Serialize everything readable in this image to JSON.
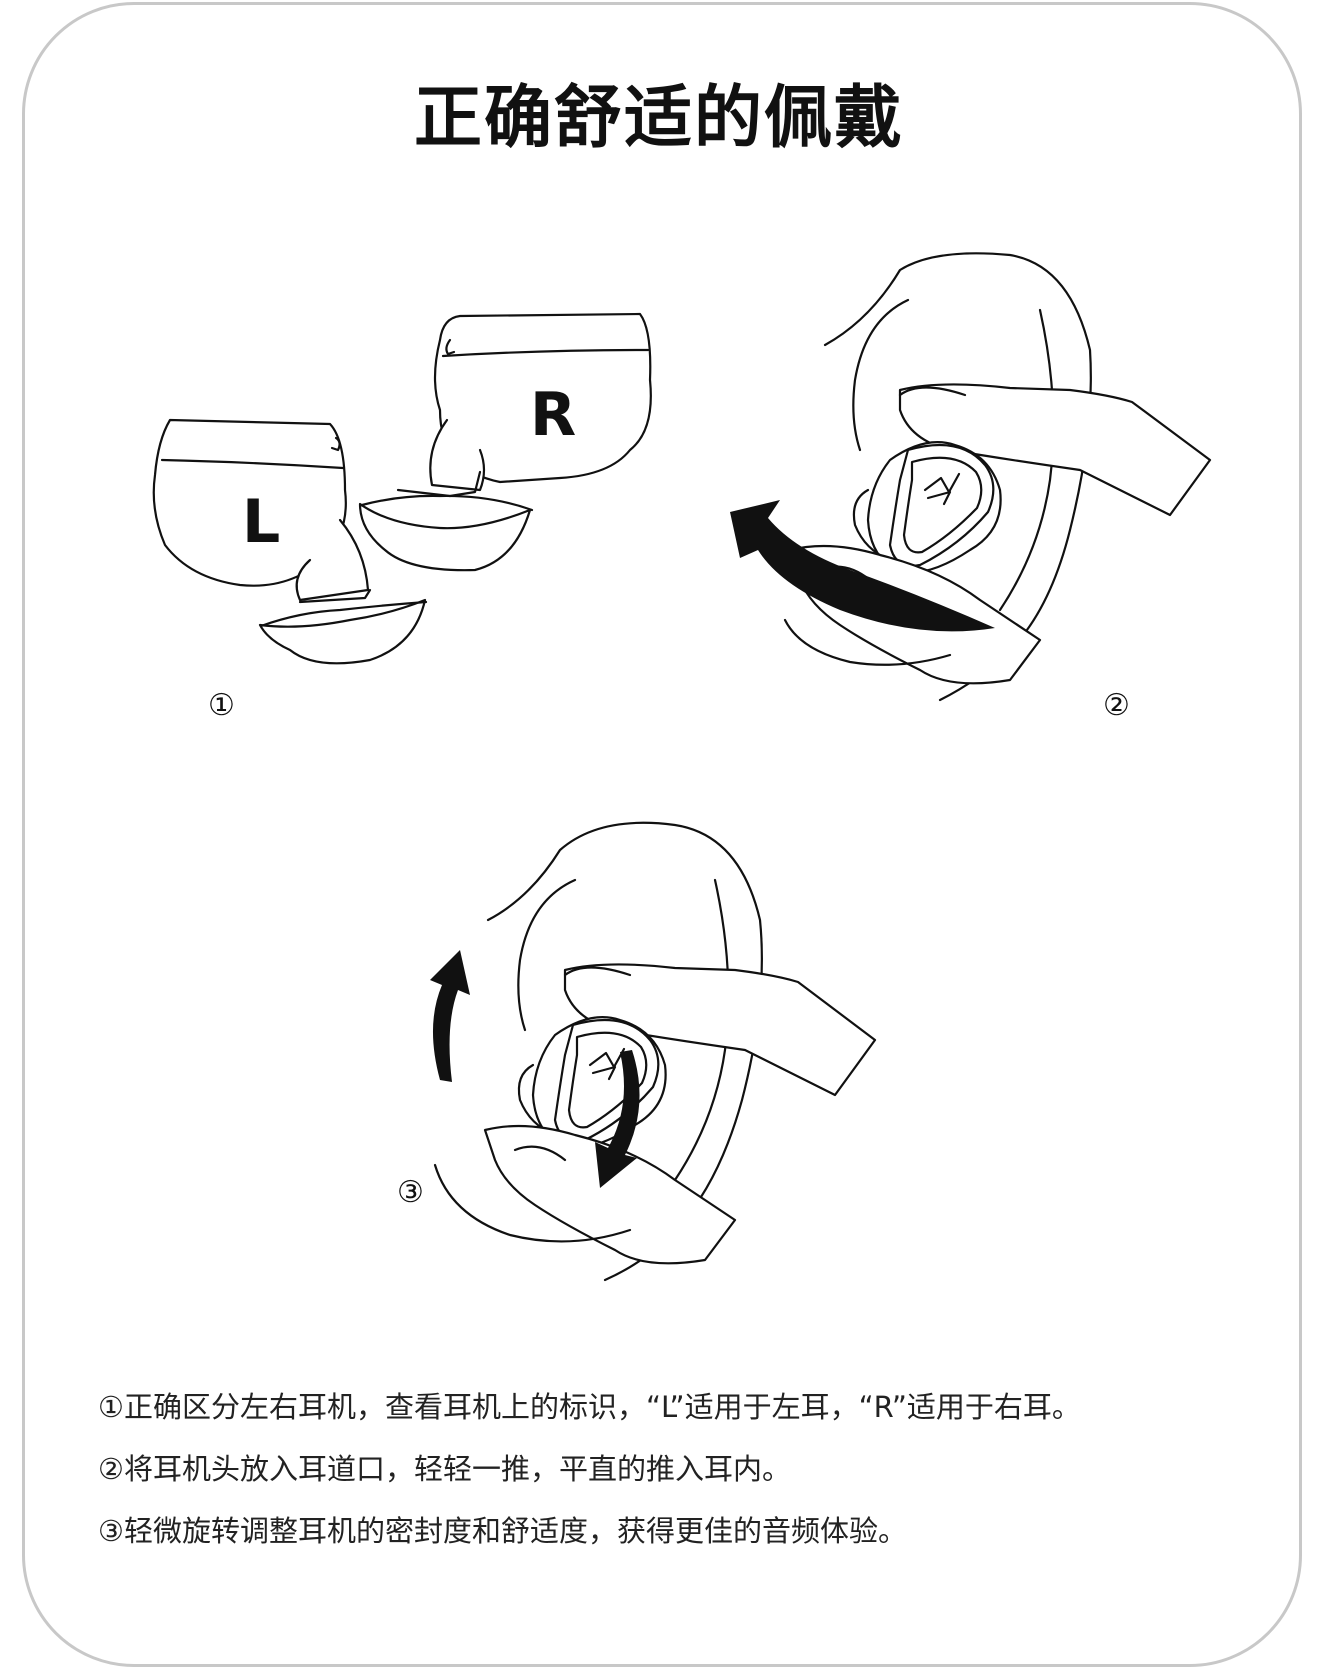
{
  "title": "正确舒适的佩戴",
  "figure1": {
    "marker": "①",
    "left_label": "L",
    "right_label": "R"
  },
  "figure2": {
    "marker": "②"
  },
  "figure3": {
    "marker": "③"
  },
  "steps": [
    "①正确区分左右耳机，查看耳机上的标识，“L”适用于左耳，“R”适用于右耳。",
    "②将耳机头放入耳道口，轻轻一推，平直的推入耳内。",
    "③轻微旋转调整耳机的密封度和舒适度，获得更佳的音频体验。"
  ]
}
